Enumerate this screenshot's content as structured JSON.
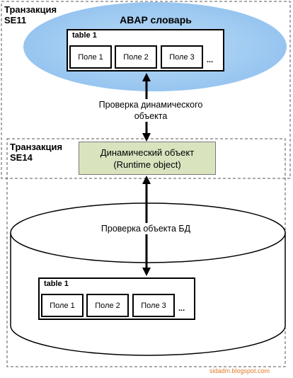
{
  "regions": {
    "se11_label": "Транзакция\nSE11",
    "se14_label": "Транзакция\nSE14"
  },
  "abap_dictionary": {
    "title": "ABAP словарь",
    "table": {
      "name": "table 1",
      "fields": [
        "Поле 1",
        "Поле 2",
        "Поле 3"
      ],
      "more": "..."
    }
  },
  "check_dynamic": "Проверка динамического\nобъекта",
  "runtime_object": {
    "line1": "Динамический объект",
    "line2": "(Runtime object)"
  },
  "check_db": "Проверка объекта БД",
  "database": {
    "table": {
      "name": "table 1",
      "fields": [
        "Поле 1",
        "Поле 2",
        "Поле 3"
      ],
      "more": "..."
    }
  },
  "watermark": "sidadm.blogspot.com",
  "colors": {
    "ellipse_fill": "#9ec9f0",
    "runtime_fill": "#d9e4bf",
    "watermark": "#e07a2a"
  }
}
